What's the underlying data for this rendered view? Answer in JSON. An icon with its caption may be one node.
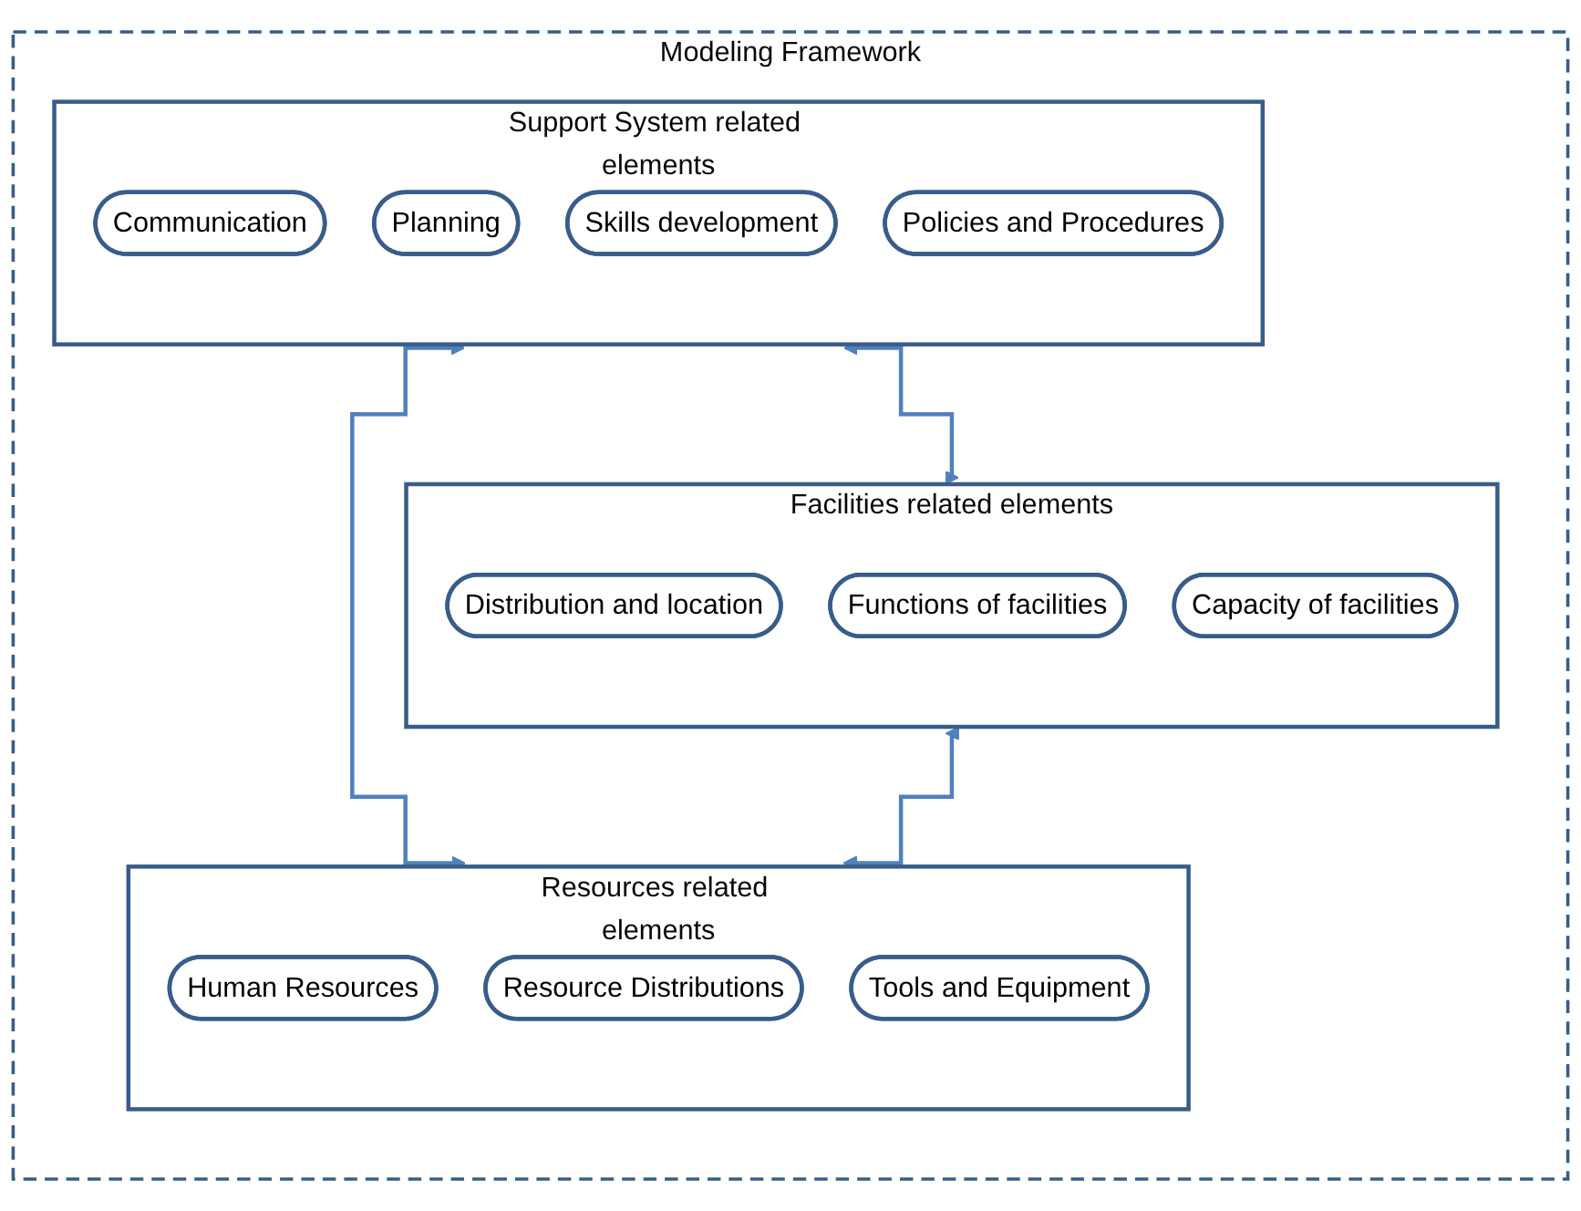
{
  "diagram": {
    "nodes": [
      {
        "text": [
          "Modeling Framework"
        ]
      },
      {
        "text": [
          "Support System related elements"
        ],
        "in": 0
      },
      {
        "text": [
          "Communication"
        ],
        "in": 1
      },
      {
        "text": [
          "Planning"
        ],
        "in": 1
      },
      {
        "text": [
          "Skills development"
        ],
        "in": 1
      },
      {
        "text": [
          "Policies and Procedures"
        ],
        "in": 1
      },
      {
        "text": [
          "Facilities related elements"
        ],
        "in": 0
      },
      {
        "text": [
          "Distribution and location"
        ],
        "in": 6
      },
      {
        "text": [
          "Functions of facilities"
        ],
        "in": 6
      },
      {
        "text": [
          "Capacity of facilities"
        ],
        "in": 6
      },
      {
        "text": [
          "Resources related elements"
        ],
        "in": 0
      },
      {
        "text": [
          "Human Resources"
        ],
        "in": 10
      },
      {
        "text": [
          "Resource Distributions"
        ],
        "in": 10
      },
      {
        "text": [
          "Tools and Equipment"
        ],
        "in": 10
      }
    ],
    "edges": [
      {
        "from": 1,
        "to": 6,
        "arrow": "both",
        "color": "#4f81bd"
      },
      {
        "from": 1,
        "to": 10,
        "arrow": "both",
        "color": "#4f81bd"
      },
      {
        "from": 6,
        "to": 10,
        "arrow": "both",
        "color": "#4f81bd"
      }
    ]
  }
}
